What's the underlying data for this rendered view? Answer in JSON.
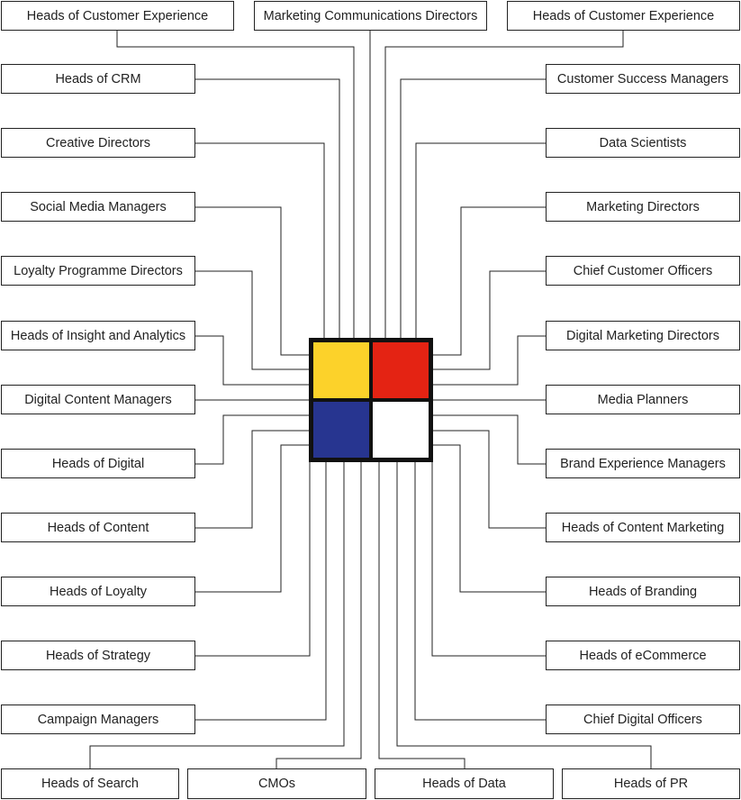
{
  "colors": {
    "yellow": "#FCD22A",
    "red": "#E42313",
    "blue": "#273590",
    "white": "#FFFFFF",
    "frame": "#111111",
    "line": "#222222"
  },
  "center_logo": {
    "quadrants": [
      "yellow-square",
      "red-square",
      "blue-square",
      "white-square"
    ]
  },
  "roles": {
    "top": [
      "Heads of Customer Experience",
      "Marketing Communications Directors",
      "Heads of Customer Experience"
    ],
    "left": [
      "Heads of CRM",
      "Creative Directors",
      "Social Media Managers",
      "Loyalty Programme Directors",
      "Heads of Insight and Analytics",
      "Digital Content Managers",
      "Heads of Digital",
      "Heads of Content",
      "Heads of Loyalty",
      "Heads of Strategy",
      "Campaign Managers"
    ],
    "right": [
      "Customer Success Managers",
      "Data Scientists",
      "Marketing Directors",
      "Chief Customer Officers",
      "Digital Marketing Directors",
      "Media Planners",
      "Brand Experience Managers",
      "Heads of Content Marketing",
      "Heads of Branding",
      "Heads of eCommerce",
      "Chief Digital Officers"
    ],
    "bottom": [
      "Heads of Search",
      "CMOs",
      "Heads of Data",
      "Heads of PR"
    ]
  }
}
